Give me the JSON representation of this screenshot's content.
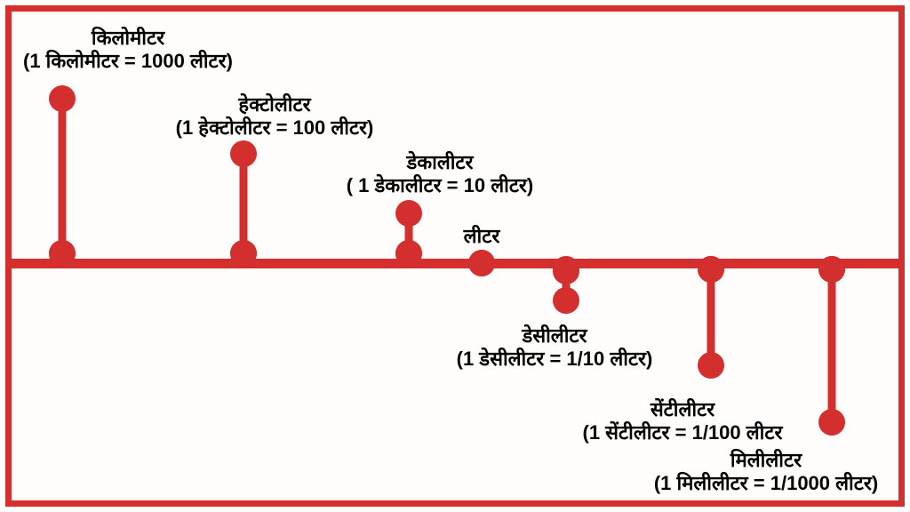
{
  "diagram": {
    "title": "Metric volume unit scale (Hindi)",
    "accent_color": "#d32f2f",
    "text_color": "#000000",
    "background_color": "#ffffff",
    "baseline_label": "लीटर"
  },
  "units": [
    {
      "id": "kilometer",
      "name": "किलोमीटर",
      "definition": "(1 किलोमीटर = 1000 लीटर)",
      "direction": "above",
      "steps": 3,
      "factor": "1000"
    },
    {
      "id": "hectoliter",
      "name": "हेक्टोलीटर",
      "definition": "(1 हेक्टोलीटर = 100  लीटर)",
      "direction": "above",
      "steps": 2,
      "factor": "100"
    },
    {
      "id": "dekaliter",
      "name": "डेकालीटर",
      "definition": "( 1 डेकालीटर = 10 लीटर)",
      "direction": "above",
      "steps": 1,
      "factor": "10"
    },
    {
      "id": "liter",
      "name": "लीटर",
      "definition": "",
      "direction": "base",
      "steps": 0,
      "factor": "1"
    },
    {
      "id": "deciliter",
      "name": "डेसीलीटर",
      "definition": "(1 डेसीलीटर = 1/10 लीटर)",
      "direction": "below",
      "steps": 1,
      "factor": "1/10"
    },
    {
      "id": "centiliter",
      "name": "सेंटीलीटर",
      "definition": "(1 सेंटीलीटर = 1/100  लीटर",
      "direction": "below",
      "steps": 2,
      "factor": "1/100"
    },
    {
      "id": "milliliter",
      "name": "मिलीलीटर",
      "definition": "(1 मिलीलीटर = 1/1000  लीटर)",
      "direction": "below",
      "steps": 3,
      "factor": "1/1000"
    }
  ]
}
